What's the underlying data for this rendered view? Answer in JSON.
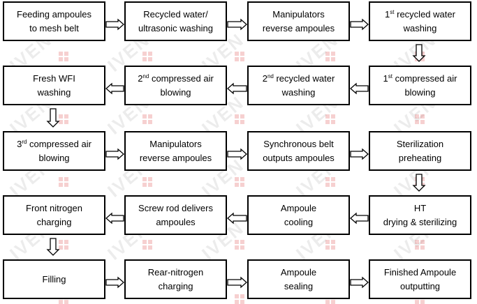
{
  "watermark": {
    "text": "IVEN",
    "color": "#d83030"
  },
  "colors": {
    "box_border": "#000000",
    "arrow_stroke": "#000000",
    "arrow_fill": "#ffffff"
  },
  "steps": [
    {
      "id": "s1",
      "parts": [
        {
          "t": "Feeding ampoules\nto mesh belt"
        }
      ]
    },
    {
      "id": "s2",
      "parts": [
        {
          "t": "Recycled water/\nultrasonic washing"
        }
      ]
    },
    {
      "id": "s3",
      "parts": [
        {
          "t": "Manipulators\nreverse ampoules"
        }
      ]
    },
    {
      "id": "s4",
      "parts": [
        {
          "t": "1"
        },
        {
          "t": "st",
          "sup": true
        },
        {
          "t": " recycled water\nwashing"
        }
      ]
    },
    {
      "id": "s5",
      "parts": [
        {
          "t": "1"
        },
        {
          "t": "st",
          "sup": true
        },
        {
          "t": " compressed air\nblowing"
        }
      ]
    },
    {
      "id": "s6",
      "parts": [
        {
          "t": "2"
        },
        {
          "t": "nd",
          "sup": true
        },
        {
          "t": " recycled water\nwashing"
        }
      ]
    },
    {
      "id": "s7",
      "parts": [
        {
          "t": "2"
        },
        {
          "t": "nd",
          "sup": true
        },
        {
          "t": " compressed air\nblowing"
        }
      ]
    },
    {
      "id": "s8",
      "parts": [
        {
          "t": "Fresh WFI\nwashing"
        }
      ]
    },
    {
      "id": "s9",
      "parts": [
        {
          "t": "3"
        },
        {
          "t": "rd",
          "sup": true
        },
        {
          "t": " compressed air\nblowing"
        }
      ]
    },
    {
      "id": "s10",
      "parts": [
        {
          "t": "Manipulators\nreverse ampoules"
        }
      ]
    },
    {
      "id": "s11",
      "parts": [
        {
          "t": "Synchronous belt\noutputs ampoules"
        }
      ]
    },
    {
      "id": "s12",
      "parts": [
        {
          "t": "Sterilization\npreheating"
        }
      ]
    },
    {
      "id": "s13",
      "parts": [
        {
          "t": "HT\ndrying & sterilizing"
        }
      ]
    },
    {
      "id": "s14",
      "parts": [
        {
          "t": "Ampoule\ncooling"
        }
      ]
    },
    {
      "id": "s15",
      "parts": [
        {
          "t": "Screw rod delivers\nampoules"
        }
      ]
    },
    {
      "id": "s16",
      "parts": [
        {
          "t": "Front nitrogen\ncharging"
        }
      ]
    },
    {
      "id": "s17",
      "parts": [
        {
          "t": "Filling"
        }
      ]
    },
    {
      "id": "s18",
      "parts": [
        {
          "t": "Rear-nitrogen\ncharging"
        }
      ]
    },
    {
      "id": "s19",
      "parts": [
        {
          "t": "Ampoule\nsealing"
        }
      ]
    },
    {
      "id": "s20",
      "parts": [
        {
          "t": "Finished Ampoule\noutputting"
        }
      ]
    }
  ]
}
